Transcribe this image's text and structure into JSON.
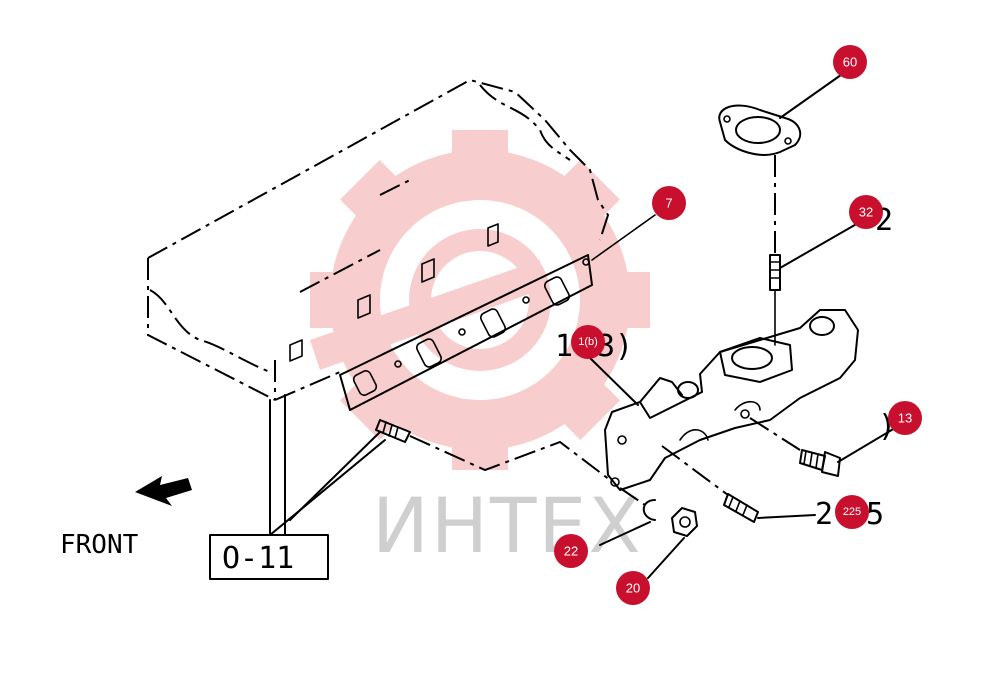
{
  "watermark": {
    "brand_text": "ИНТЕХ",
    "color": "#f4a6a6"
  },
  "labels": {
    "front": "FRONT",
    "reference_box": "O-11"
  },
  "callouts": [
    {
      "id": "60"
    },
    {
      "id": "7"
    },
    {
      "id": "32"
    },
    {
      "id": "1(b)"
    },
    {
      "id": "13"
    },
    {
      "id": "225"
    },
    {
      "id": "22"
    },
    {
      "id": "20"
    }
  ],
  "colors": {
    "callout": "#c8102e",
    "line": "#000000"
  }
}
